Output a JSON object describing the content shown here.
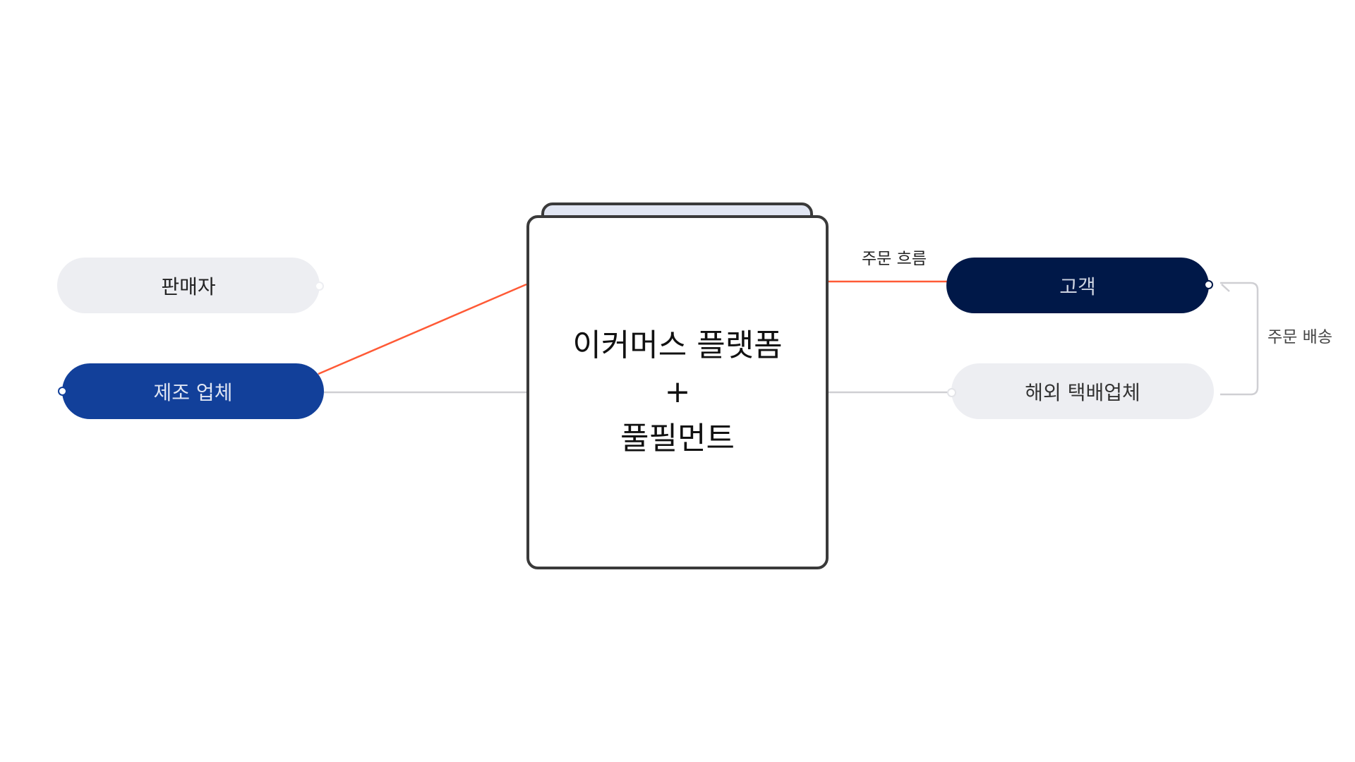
{
  "center": {
    "line1": "이커머스 플랫폼",
    "plus": "+",
    "line2": "풀필먼트"
  },
  "nodes": {
    "seller": "판매자",
    "manufacturer": "제조 업체",
    "customer": "고객",
    "courier": "해외 택배업체"
  },
  "edges": {
    "order_flow": "주문 흐름",
    "order_delivery": "주문 배송"
  },
  "colors": {
    "accent_line": "#ff5a36",
    "manufacturer": "#12409a",
    "customer": "#001848",
    "neutral": "#edeef2"
  }
}
